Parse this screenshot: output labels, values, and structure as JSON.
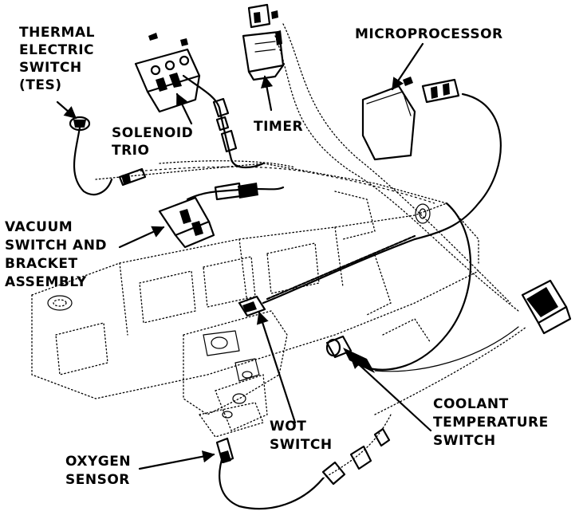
{
  "labels": {
    "tes": [
      "THERMAL",
      "ELECTRIC",
      "SWITCH",
      "(TES)"
    ],
    "solenoid": [
      "SOLENOID",
      "TRIO"
    ],
    "timer": "TIMER",
    "microprocessor": "MICROPROCESSOR",
    "vacuum": [
      "VACUUM",
      "SWITCH AND",
      "BRACKET",
      "ASSEMBLY"
    ],
    "wot": [
      "WOT",
      "SWITCH"
    ],
    "coolant": [
      "COOLANT",
      "TEMPERATURE",
      "SWITCH"
    ],
    "oxygen": [
      "OXYGEN",
      "SENSOR"
    ]
  }
}
